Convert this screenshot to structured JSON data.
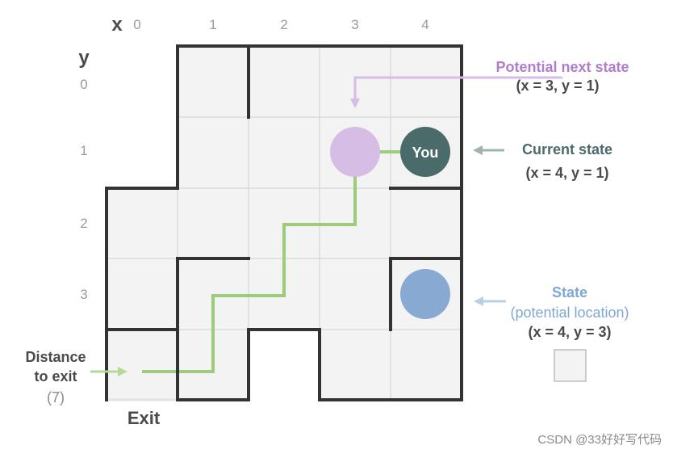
{
  "axes": {
    "x_label": "x",
    "y_label": "y",
    "x_ticks": [
      "0",
      "1",
      "2",
      "3",
      "4"
    ],
    "y_ticks": [
      "0",
      "1",
      "2",
      "3"
    ]
  },
  "agent": {
    "label": "You",
    "x": 4,
    "y": 1,
    "color": "#4a6b69"
  },
  "potential_next": {
    "x": 3,
    "y": 1,
    "color": "#d6bde6"
  },
  "state_marker": {
    "x": 4,
    "y": 3,
    "color": "#87a9d2"
  },
  "annotations": {
    "potential_next": {
      "title": "Potential next state",
      "coords": "(x = 3, y = 1)",
      "color": "#b07ccc"
    },
    "current_state": {
      "title": "Current state",
      "coords": "(x = 4, y = 1)",
      "color": "#4a6b69"
    },
    "state": {
      "title": "State",
      "subtitle": "(potential location)",
      "coords": "(x = 4, y = 3)",
      "color": "#7fa8d4"
    },
    "distance": {
      "line1": "Distance",
      "line2": "to exit",
      "value": "(7)",
      "path_color": "#9dcb7b"
    }
  },
  "exit_label": "Exit",
  "watermark": "CSDN @33好好写代码",
  "colors": {
    "cell_fill": "#f3f3f3",
    "cell_grid": "#cfcfcf",
    "wall": "#333333",
    "text_dark": "#4a4a4a"
  }
}
